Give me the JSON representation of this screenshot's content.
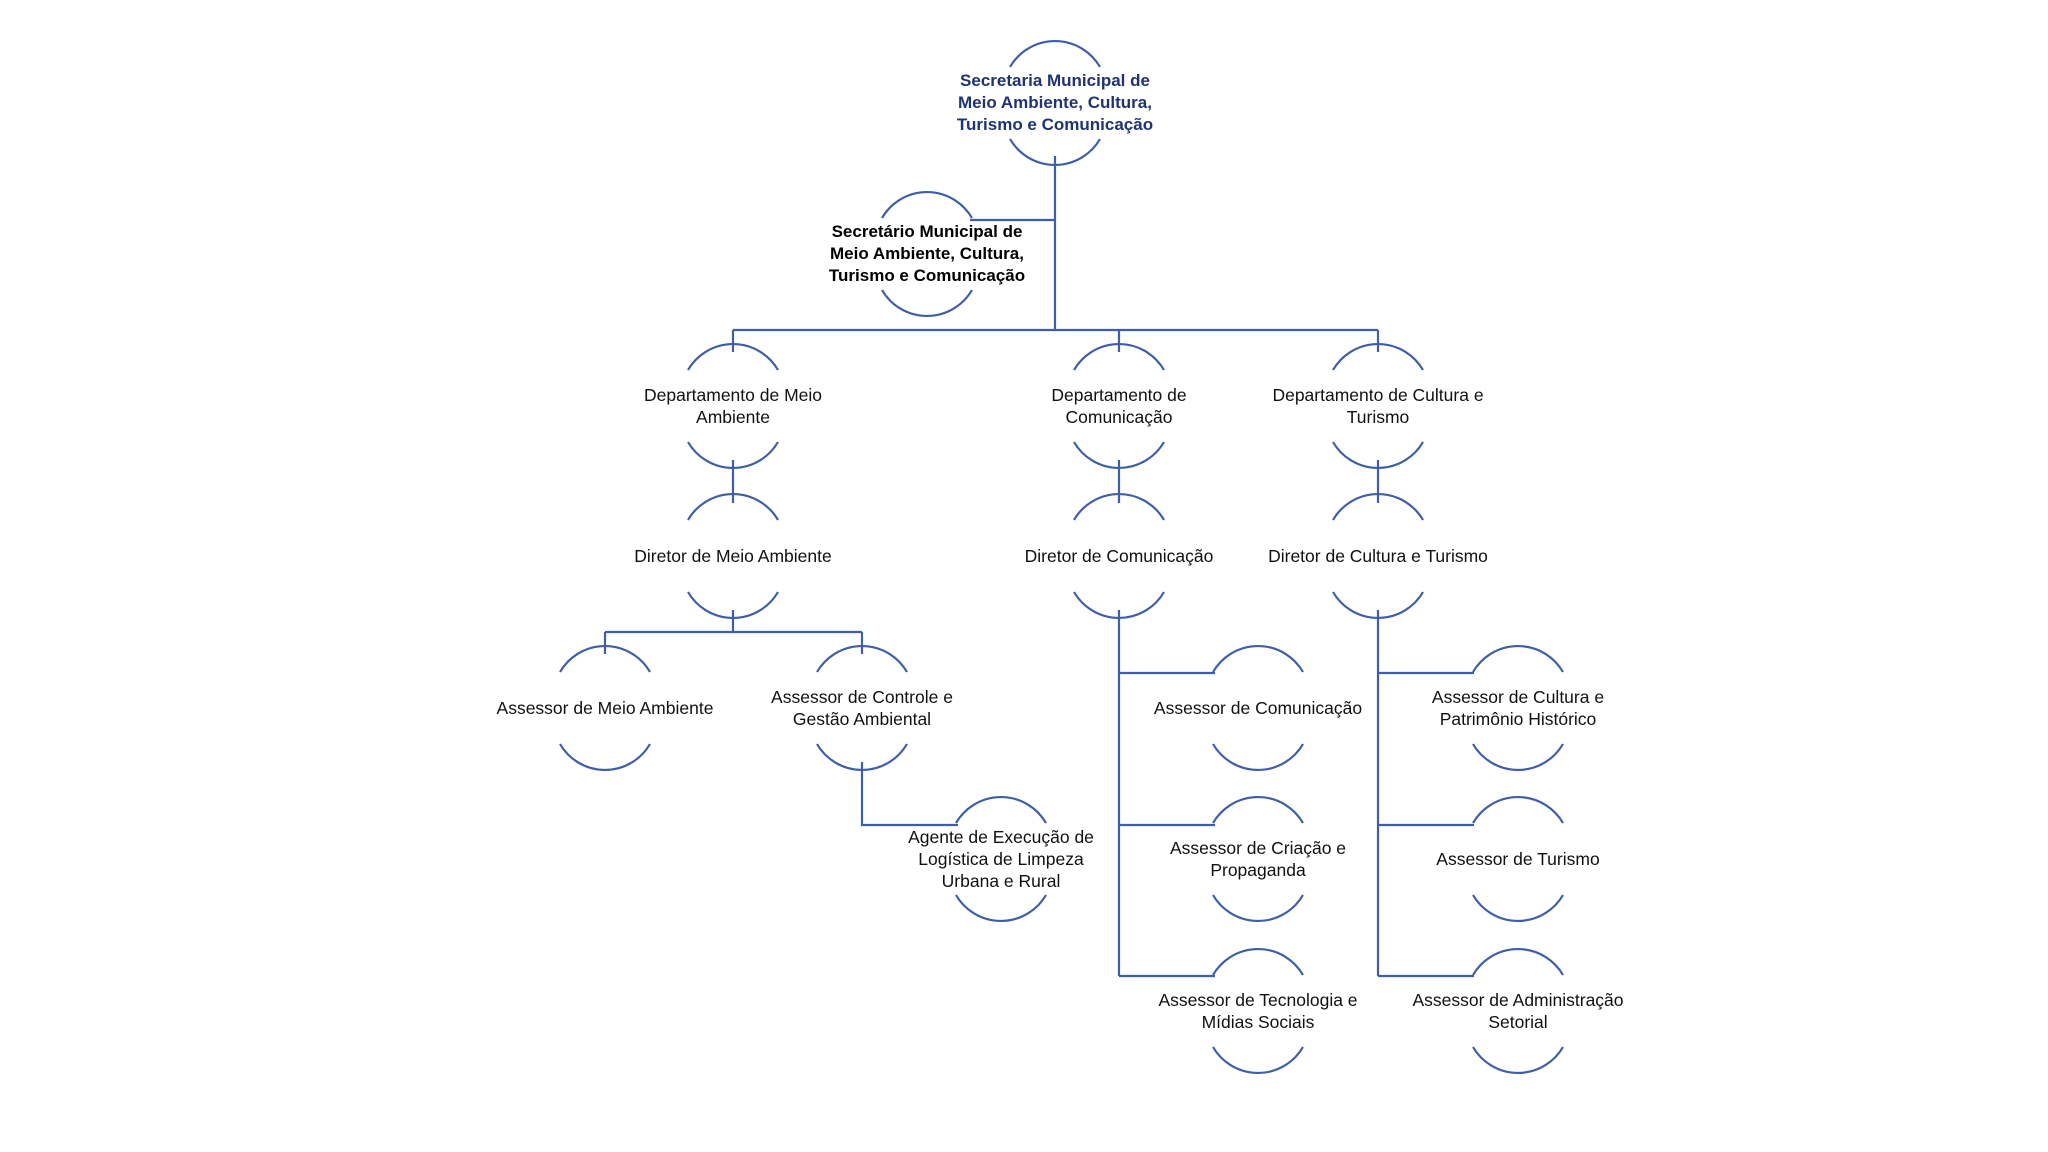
{
  "diagram": {
    "colors": {
      "line": "#3f5ea8",
      "root_text": "#1f3470",
      "text": "#111111"
    },
    "nodes": [
      {
        "id": "secretaria",
        "name": "node-secretaria-municipal",
        "label": "Secretaria Municipal de Meio Ambiente, Cultura, Turismo e Comunicação",
        "style": "root"
      },
      {
        "id": "secretario",
        "name": "node-secretario-municipal",
        "label": "Secretário Municipal de Meio Ambiente, Cultura, Turismo e Comunicação",
        "style": "sec"
      },
      {
        "id": "dep_meio",
        "name": "node-departamento-meio-ambiente",
        "label": "Departamento de Meio Ambiente"
      },
      {
        "id": "dep_com",
        "name": "node-departamento-comunicacao",
        "label": "Departamento de Comunicação"
      },
      {
        "id": "dep_cult",
        "name": "node-departamento-cultura-turismo",
        "label": "Departamento de Cultura e Turismo"
      },
      {
        "id": "dir_meio",
        "name": "node-diretor-meio-ambiente",
        "label": "Diretor de Meio Ambiente"
      },
      {
        "id": "dir_com",
        "name": "node-diretor-comunicacao",
        "label": "Diretor de Comunicação"
      },
      {
        "id": "dir_cult",
        "name": "node-diretor-cultura-turismo",
        "label": "Diretor de Cultura e Turismo"
      },
      {
        "id": "ass_meio",
        "name": "node-assessor-meio-ambiente",
        "label": "Assessor de Meio Ambiente"
      },
      {
        "id": "ass_ctrl",
        "name": "node-assessor-controle-gestao",
        "label": "Assessor de Controle e Gestão Ambiental"
      },
      {
        "id": "agente",
        "name": "node-agente-execucao-logistica",
        "label": "Agente de Execução de Logística de Limpeza Urbana e Rural"
      },
      {
        "id": "ass_com",
        "name": "node-assessor-comunicacao",
        "label": "Assessor de Comunicação"
      },
      {
        "id": "ass_cria",
        "name": "node-assessor-criacao-propaganda",
        "label": "Assessor de Criação e Propaganda"
      },
      {
        "id": "ass_tec",
        "name": "node-assessor-tecnologia-midias",
        "label": "Assessor de Tecnologia e Mídias Sociais"
      },
      {
        "id": "ass_cult",
        "name": "node-assessor-cultura-patrimonio",
        "label": "Assessor de Cultura e Patrimônio Histórico"
      },
      {
        "id": "ass_tur",
        "name": "node-assessor-turismo",
        "label": "Assessor de Turismo"
      },
      {
        "id": "ass_adm",
        "name": "node-assessor-administracao-setorial",
        "label": "Assessor de Administração Setorial"
      }
    ]
  }
}
